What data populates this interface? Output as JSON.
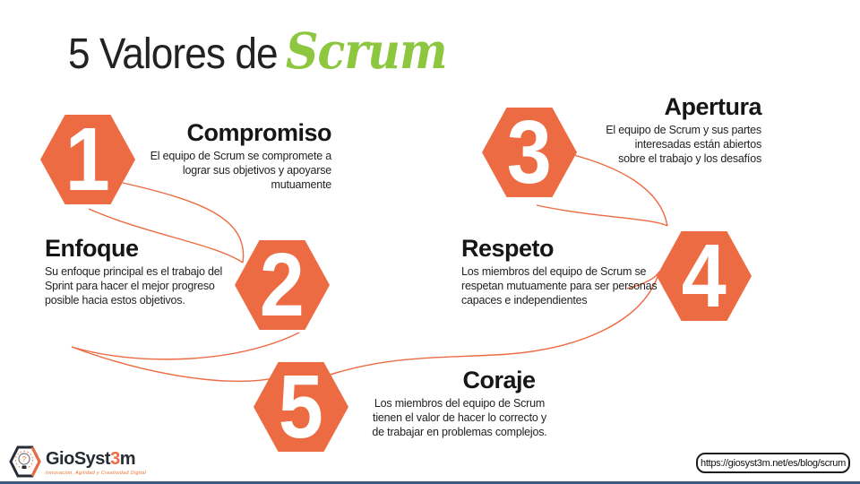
{
  "title": {
    "prefix": "5 Valores de",
    "highlight": "Scrum"
  },
  "values": [
    {
      "number": "1",
      "name": "Compromiso",
      "description": "El equipo de Scrum se compromete a\nlograr sus objetivos y apoyarse\nmutuamente"
    },
    {
      "number": "2",
      "name": "Enfoque",
      "description": "Su enfoque principal es el trabajo del\nSprint para hacer el mejor progreso\nposible hacia estos objetivos."
    },
    {
      "number": "3",
      "name": "Apertura",
      "description": "El equipo de Scrum y sus partes\ninteresadas están abiertos\nsobre el trabajo y los desafíos"
    },
    {
      "number": "4",
      "name": "Respeto",
      "description": "Los miembros del equipo de Scrum se\nrespetan mutuamente para ser personas\ncapaces e independientes"
    },
    {
      "number": "5",
      "name": "Coraje",
      "description": "Los miembros del equipo de Scrum\ntienen el valor de hacer lo correcto y\nde trabajar en problemas complejos."
    }
  ],
  "footer": {
    "logo": {
      "brand_prefix": "GioSyst",
      "brand_accent": "3",
      "brand_suffix": "m",
      "tagline": "Innovación, Agilidad y Creatividad Digital"
    },
    "url": "https://giosyst3m.net/es/blog/scrum"
  },
  "colors": {
    "accent_orange": "#ED6B43",
    "accent_green": "#8DC63F",
    "navy_bar": "#3D5A7E"
  }
}
